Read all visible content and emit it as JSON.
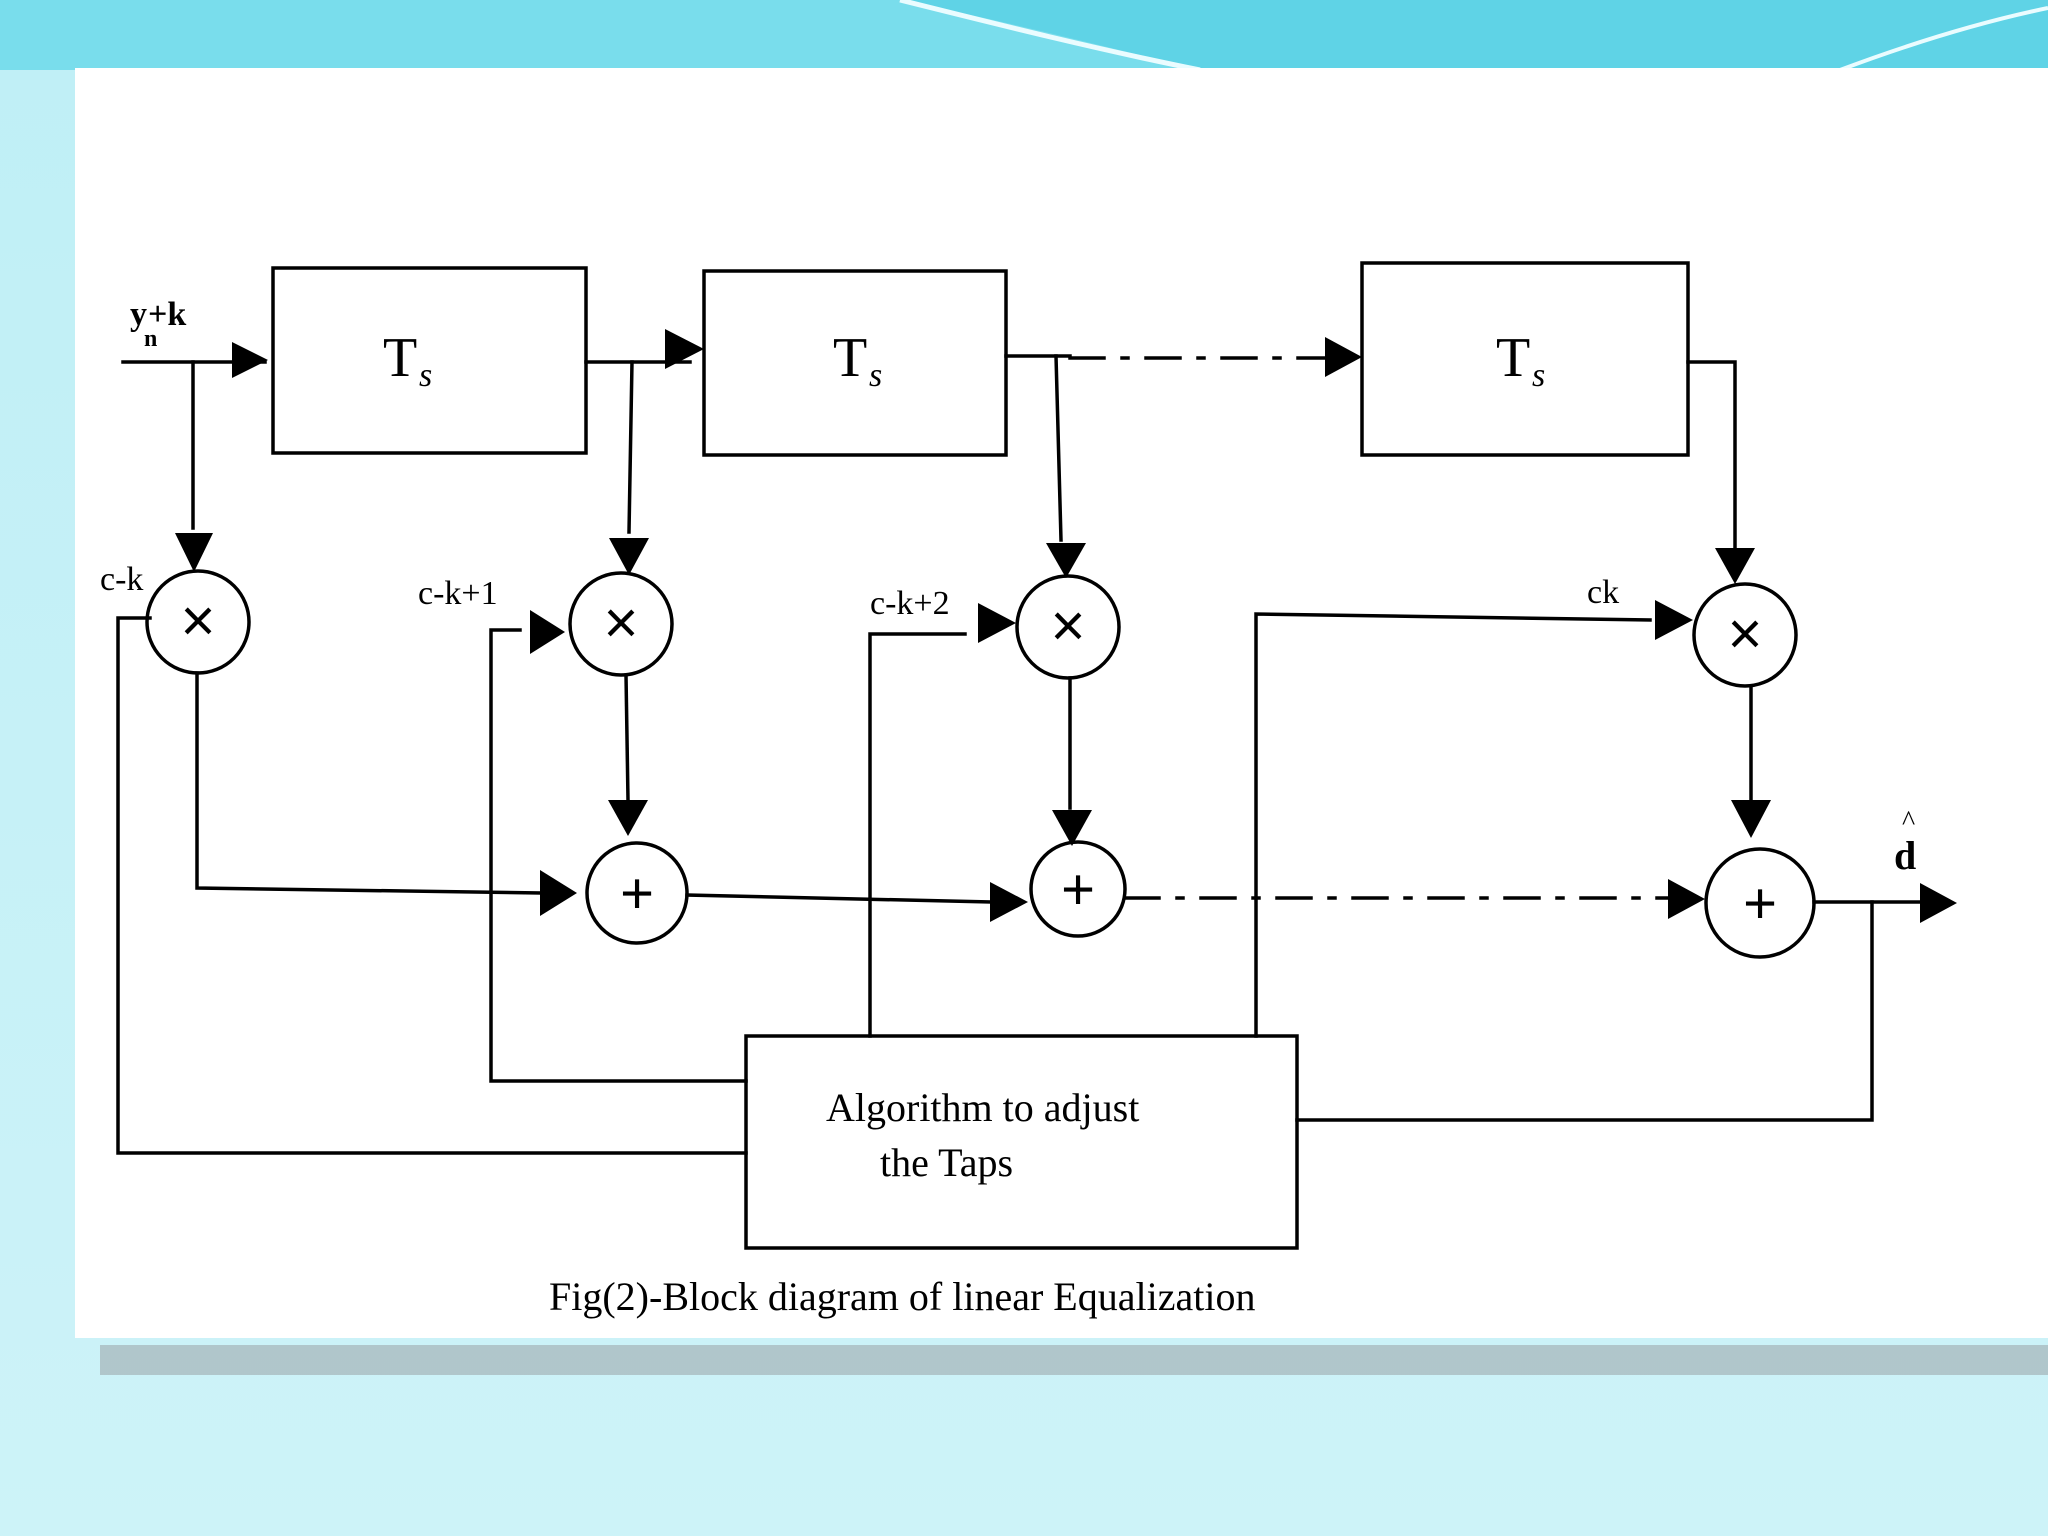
{
  "diagram": {
    "delay_label_main": "T",
    "delay_label_sub": "s",
    "input_label": "y",
    "input_label_sub": "n",
    "input_label_suffix": "+k",
    "tap_labels": [
      "c-k",
      "c-k+1",
      "c-k+2",
      "ck"
    ],
    "multiply_symbol": "×",
    "add_symbol": "+",
    "output_label": "d",
    "output_hat": "^",
    "algorithm_line1": "Algorithm to adjust",
    "algorithm_line2": "the Taps",
    "caption": "Fig(2)-Block diagram of linear Equalization"
  },
  "colors": {
    "background": "#c9f2f7",
    "panel": "#ffffff",
    "lines": "#000000"
  }
}
